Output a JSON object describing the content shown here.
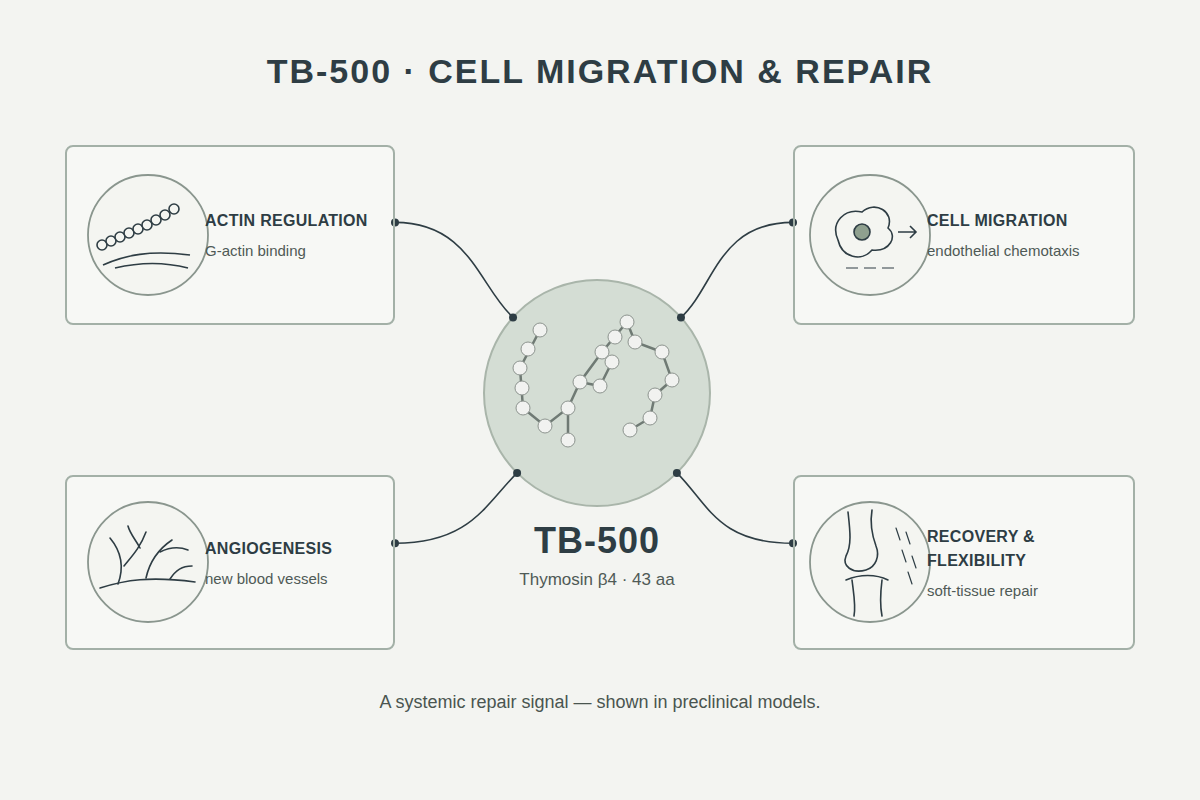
{
  "diagram": {
    "title": "TB-500 · CELL MIGRATION & REPAIR",
    "caption": "A systemic repair signal — shown in preclinical models.",
    "nodes": [
      {
        "text": [
          "ACTIN REGULATION",
          "G-actin binding"
        ]
      },
      {
        "text": [
          "CELL MIGRATION",
          "endothelial chemotaxis"
        ]
      },
      {
        "text": [
          "TB-500",
          "Thymosin β4 · 43 aa"
        ]
      },
      {
        "text": [
          "ANGIOGENESIS",
          "new blood vessels"
        ]
      },
      {
        "text": [
          "RECOVERY & FLEXIBILITY",
          "soft-tissue repair"
        ]
      }
    ],
    "edges": [
      {
        "from": 0,
        "to": 2,
        "arrow": "none"
      },
      {
        "from": 1,
        "to": 2,
        "arrow": "none"
      },
      {
        "from": 3,
        "to": 2,
        "arrow": "none"
      },
      {
        "from": 4,
        "to": 2,
        "arrow": "none"
      }
    ]
  }
}
